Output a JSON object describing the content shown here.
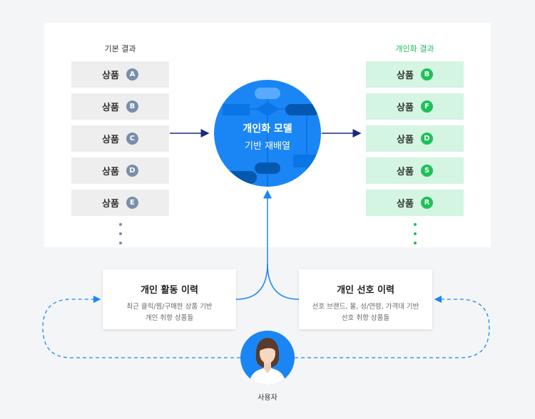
{
  "basic": {
    "label": "기본 결과",
    "items": [
      {
        "name": "상품",
        "badge": "A"
      },
      {
        "name": "상품",
        "badge": "B"
      },
      {
        "name": "상품",
        "badge": "C"
      },
      {
        "name": "상품",
        "badge": "D"
      },
      {
        "name": "상품",
        "badge": "E"
      }
    ]
  },
  "personal": {
    "label": "개인화 결과",
    "items": [
      {
        "name": "상품",
        "badge": "B"
      },
      {
        "name": "상품",
        "badge": "F"
      },
      {
        "name": "상품",
        "badge": "D"
      },
      {
        "name": "상품",
        "badge": "S"
      },
      {
        "name": "상품",
        "badge": "R"
      }
    ]
  },
  "model": {
    "title": "개인화 모델",
    "subtitle": "기반 재배열"
  },
  "activity": {
    "title": "개인 활동 이력",
    "line1": "최근 클릭/찜/구매한 상품 기반",
    "line2": "개인 취향 상품들"
  },
  "preference": {
    "title": "개인 선호 이력",
    "line1": "선호 브랜드, 몰, 성/연령, 가격대 기반",
    "line2": "선호 취향 상품들"
  },
  "user": {
    "label": "사용자"
  },
  "colors": {
    "accent": "#1a86f5",
    "green": "#1ec05a",
    "navy": "#1b2a7a"
  }
}
